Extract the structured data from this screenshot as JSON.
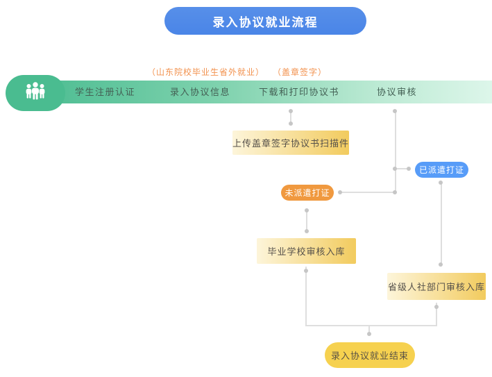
{
  "title": "录入协议就业流程",
  "flow_bar": {
    "steps": [
      {
        "label": "学生注册认证",
        "annotation": ""
      },
      {
        "label": "录入协议信息",
        "annotation": "（山东院校毕业生省外就业）"
      },
      {
        "label": "下载和打印协议书",
        "annotation": "（盖章签字）"
      },
      {
        "label": "协议审核",
        "annotation": ""
      }
    ],
    "icon": "people-group-icon"
  },
  "nodes": {
    "upload_scan_box": "上传盖章签字协议书扫描件",
    "not_dispatched_pill": "未派遣打证",
    "dispatched_pill": "已派遣打证",
    "school_review_box": "毕业学校审核入库",
    "provincial_review_box": "省级人社部门审核入库",
    "end_pill": "录入协议就业结束"
  },
  "colors": {
    "banner_blue": "#4b87e8",
    "bar_green": "#4abc90",
    "bar_green_light": "#ddf6ea",
    "annotation_orange": "#f2914d",
    "box_yellow_light": "#fdf5da",
    "box_yellow_gold": "#f2cb5e",
    "pill_orange": "#f0993f",
    "pill_blue": "#579cf8",
    "end_pill_yellow": "#f6d14f",
    "line_gray": "#dedede",
    "dot_gray": "#c6c6c6"
  }
}
